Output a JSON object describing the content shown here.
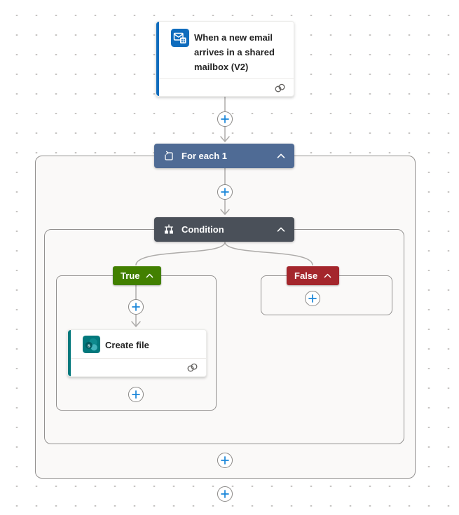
{
  "trigger_card": {
    "title": "When a new email arrives in a shared mailbox (V2)"
  },
  "foreach_scope": {
    "label": "For each 1"
  },
  "condition_scope": {
    "label": "Condition"
  },
  "true_branch": {
    "label": "True"
  },
  "false_branch": {
    "label": "False"
  },
  "create_file_card": {
    "title": "Create file"
  },
  "icons": {
    "trigger": "outlook-email-icon",
    "action": "sharepoint-icon",
    "foreach": "loop-repeat-icon",
    "condition": "branch-condition-icon",
    "collapse": "chevron-up-icon",
    "connection": "linked-rings-icon",
    "insert": "plus-icon"
  },
  "colors": {
    "trigger_accent": "#0f6cbd",
    "action_accent": "#03787c",
    "foreach_header": "#4f6b95",
    "condition_header": "#4a5059",
    "true_badge": "#428000",
    "false_badge": "#a4262c",
    "plus_sign": "#1a86d9",
    "connector_line": "#aeacaa",
    "container_background": "#faf9f8"
  }
}
